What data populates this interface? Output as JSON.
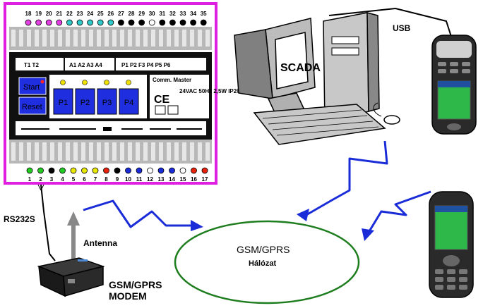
{
  "controller": {
    "top_terminals": [
      "18",
      "19",
      "20",
      "21",
      "22",
      "23",
      "24",
      "25",
      "26",
      "27",
      "28",
      "29",
      "30",
      "31",
      "32",
      "33",
      "34",
      "35"
    ],
    "top_led_colors": [
      "#e040e0",
      "#e040e0",
      "#e040e0",
      "#e040e0",
      "#30c8c8",
      "#30c8c8",
      "#30c8c8",
      "#30c8c8",
      "#30c8c8",
      "#000000",
      "#000000",
      "#000000",
      "#ffffff",
      "#000000",
      "#000000",
      "#000000",
      "#000000",
      "#000000"
    ],
    "bottom_terminals": [
      "1",
      "2",
      "3",
      "4",
      "5",
      "6",
      "7",
      "8",
      "9",
      "10",
      "11",
      "12",
      "13",
      "14",
      "15",
      "16",
      "17"
    ],
    "bottom_led_colors": [
      "#22cc22",
      "#22cc22",
      "#000000",
      "#22cc22",
      "#e8e800",
      "#e8e800",
      "#e8e800",
      "#e8220a",
      "#000000",
      "#1a2cd8",
      "#1a2cd8",
      "#ffffff",
      "#1a2cd8",
      "#1a2cd8",
      "#ffffff",
      "#e8220a",
      "#e8220a"
    ],
    "header_left": "T1 T2",
    "header_mid": "A1 A2 A3 A4",
    "header_right": "P1 P2 F3 P4 P5 P6",
    "start_button": "Start",
    "reset_button": "Reset",
    "program_buttons": [
      "P1",
      "P2",
      "P3",
      "P4"
    ],
    "brand_label": "Comm. Master",
    "spec_label": "24VAC 50Hz 2,5W IP20"
  },
  "labels": {
    "scada": "SCADA",
    "usb": "USB",
    "rs232": "RS232S",
    "antenna": "Antenna",
    "modem": "GSM/GPRS MODEM",
    "network_title": "GSM/GPRS",
    "network_subtitle": "Hálózat"
  },
  "colors": {
    "frame": "#e020e0",
    "panel_blue": "#1f2fe0",
    "link_blue": "#1a2cd8",
    "network_green": "#1e7d1e",
    "antenna_gray": "#888888"
  }
}
